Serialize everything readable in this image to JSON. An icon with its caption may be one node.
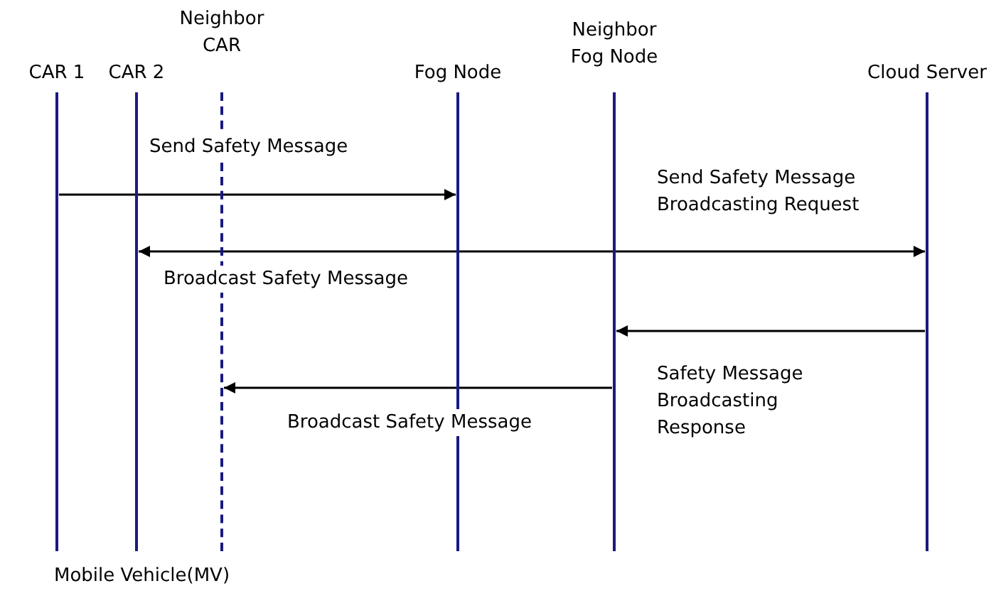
{
  "diagram": {
    "nodes": [
      {
        "text": [
          "CAR 1"
        ]
      },
      {
        "text": [
          "CAR 2"
        ]
      },
      {
        "text": [
          "Neighbor CAR"
        ]
      },
      {
        "text": [
          "Fog Node"
        ]
      },
      {
        "text": [
          "Neighbor Fog Node"
        ]
      },
      {
        "text": [
          "Cloud Server"
        ]
      }
    ],
    "edges": [
      {
        "from": 0,
        "to": 3,
        "arrow": "to",
        "label": "Send Safety Message"
      },
      {
        "from": 1,
        "to": 5,
        "arrow": "both",
        "label": "Broadcast Safety Message"
      },
      {
        "from": 5,
        "to": 4,
        "arrow": "to",
        "label": "Safety Message Broadcasting Response"
      },
      {
        "from": 4,
        "to": 2,
        "arrow": "to",
        "label": "Broadcast Safety Message"
      }
    ],
    "labels": [
      "Send Safety Message Broadcasting Request",
      "Mobile Vehicle(MV)"
    ]
  }
}
